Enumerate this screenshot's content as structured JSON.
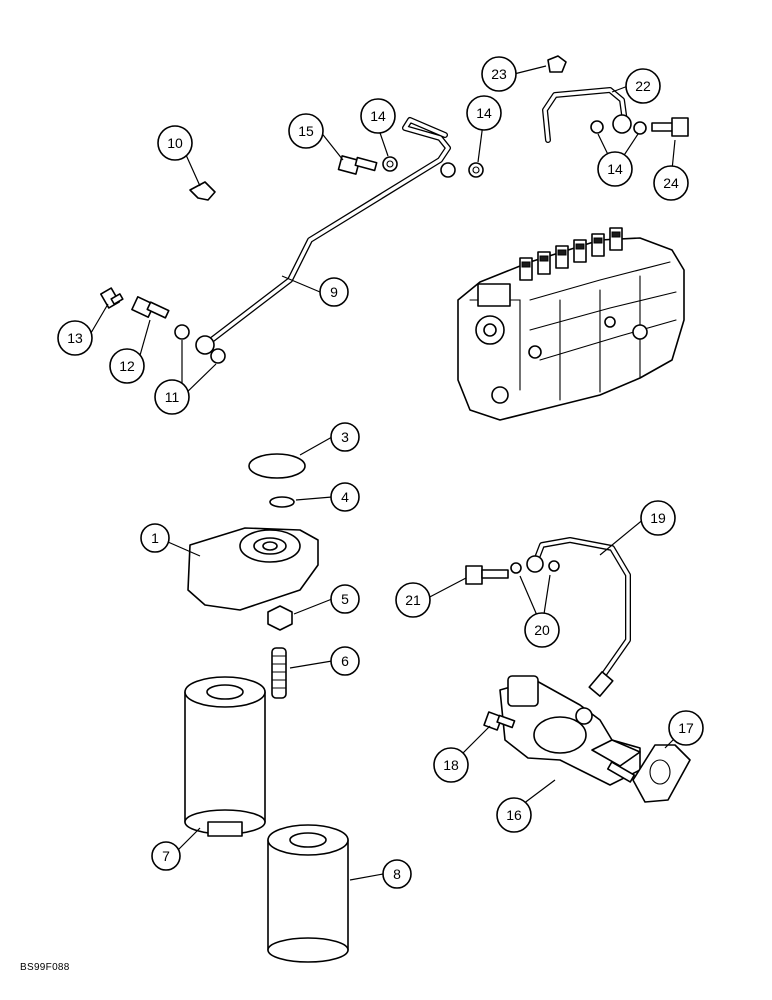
{
  "figure_code": "BS99F088",
  "callouts": [
    {
      "id": "c1",
      "label": "1"
    },
    {
      "id": "c3",
      "label": "3"
    },
    {
      "id": "c4",
      "label": "4"
    },
    {
      "id": "c5",
      "label": "5"
    },
    {
      "id": "c6",
      "label": "6"
    },
    {
      "id": "c7",
      "label": "7"
    },
    {
      "id": "c8",
      "label": "8"
    },
    {
      "id": "c9",
      "label": "9"
    },
    {
      "id": "c10",
      "label": "10"
    },
    {
      "id": "c11",
      "label": "11"
    },
    {
      "id": "c12",
      "label": "12"
    },
    {
      "id": "c13",
      "label": "13"
    },
    {
      "id": "c14a",
      "label": "14"
    },
    {
      "id": "c14b",
      "label": "14"
    },
    {
      "id": "c14c",
      "label": "14"
    },
    {
      "id": "c15",
      "label": "15"
    },
    {
      "id": "c16",
      "label": "16"
    },
    {
      "id": "c17",
      "label": "17"
    },
    {
      "id": "c18",
      "label": "18"
    },
    {
      "id": "c19",
      "label": "19"
    },
    {
      "id": "c20",
      "label": "20"
    },
    {
      "id": "c21",
      "label": "21"
    },
    {
      "id": "c22",
      "label": "22"
    },
    {
      "id": "c23",
      "label": "23"
    },
    {
      "id": "c24",
      "label": "24"
    }
  ]
}
